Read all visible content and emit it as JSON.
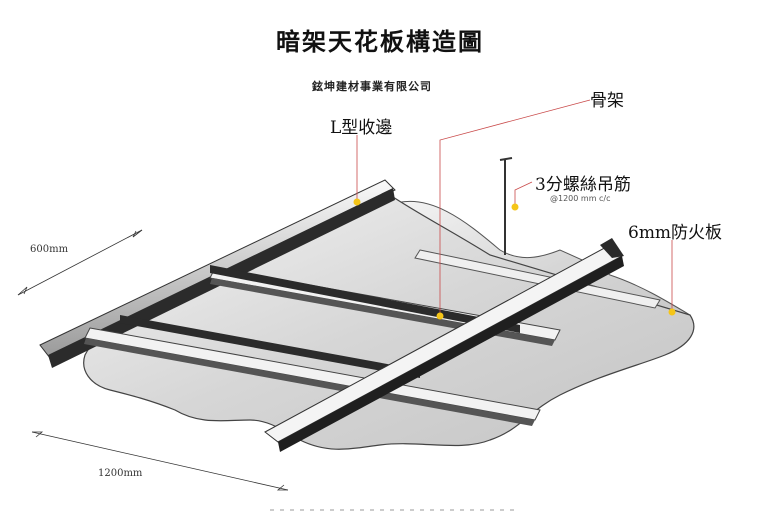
{
  "title": "暗架天花板構造圖",
  "company": "鉉坤建材事業有限公司",
  "labels": {
    "l_trim": "L型收邊",
    "frame": "骨架",
    "hanger": "3分螺絲吊筋",
    "hanger_spacing": "@1200 mm c/c",
    "board": "6mm防火板"
  },
  "dimensions": {
    "short_side": "600mm",
    "long_side": "1200mm"
  },
  "colors": {
    "panel": "#dcdcdc",
    "rail_dark": "#2b2b2b",
    "rail_light": "#f2f2f2",
    "marker": "#f5c518",
    "leader": "#c94a4a"
  }
}
